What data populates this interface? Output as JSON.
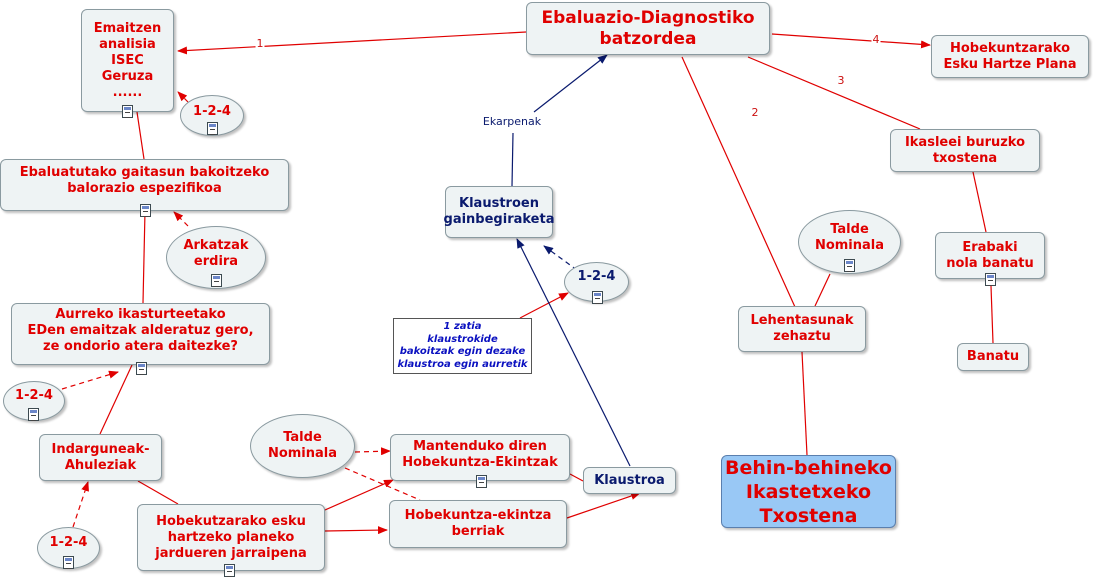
{
  "nodes": {
    "emaitzen": "Emaitzen\nanalisia\nISEC\nGeruza\n......",
    "e124a": "1-2-4",
    "ebaluatutako": "Ebaluatutako gaitasun bakoitzeko\nbalorazio espezifikoa",
    "arkatzak": "Arkatzak\nerdira",
    "aurreko": "Aurreko ikasturteetako\nEDen emaitzak alderatuz gero,\nze ondorio atera daitezke?",
    "e124b": "1-2-4",
    "indarguneak": "Indarguneak-\nAhuleziak",
    "e124c": "1-2-4",
    "hobekutzarako": "Hobekutzarako esku\nhartzeko planeko\njardueren jarraipena",
    "talde_left": "Talde\nNominala",
    "mantenduko": "Mantenduko diren\nHobekuntza-Ekintzak",
    "berriak": "Hobekuntza-ekintza\nberriak",
    "klaustroa": "Klaustroa",
    "klaustroen": "Klaustroen\ngainbegiraketa",
    "e124d": "1-2-4",
    "zatia": "1 zatia\nklaustrokide\nbakoitzak egin dezake\nklaustroa egin aurretik",
    "batzordea": "Ebaluazio-Diagnostiko\nbatzordea",
    "plana": "Hobekuntzarako\nEsku Hartze Plana",
    "ikasleei": "Ikasleei buruzko\ntxostena",
    "erabaki": "Erabaki\nnola banatu",
    "banatu": "Banatu",
    "talde_right": "Talde\nNominala",
    "lehentasunak": "Lehentasunak\nzehaztu",
    "behin": "Behin-behineko\nIkastetxeko\nTxostena"
  },
  "link_labels": {
    "l1": "1",
    "l2": "2",
    "l3": "3",
    "l4": "4",
    "ekarpenak": "Ekarpenak"
  },
  "colors": {
    "red": "#e00000",
    "navy": "#0a1a6e",
    "node_bg": "#eef3f4",
    "highlight_bg": "#99c8f5"
  },
  "icons": [
    "document-icon"
  ]
}
